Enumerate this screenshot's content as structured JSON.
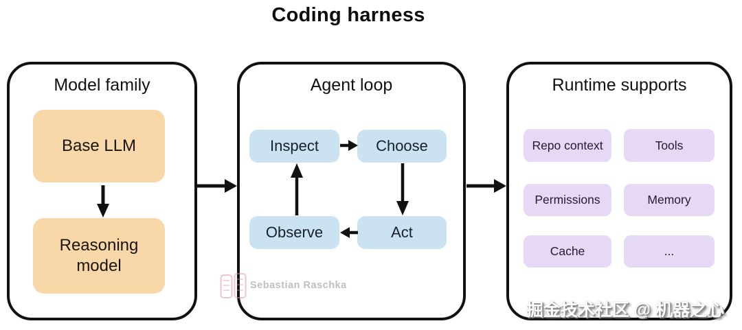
{
  "title": "Coding harness",
  "panels": {
    "model_family": {
      "title": "Model family",
      "nodes": {
        "base_llm": "Base LLM",
        "reasoning_model": "Reasoning model"
      },
      "edges": [
        {
          "from": "Base LLM",
          "to": "Reasoning model"
        }
      ]
    },
    "agent_loop": {
      "title": "Agent loop",
      "nodes": {
        "inspect": "Inspect",
        "choose": "Choose",
        "observe": "Observe",
        "act": "Act"
      },
      "edges": [
        {
          "from": "Inspect",
          "to": "Choose"
        },
        {
          "from": "Choose",
          "to": "Act"
        },
        {
          "from": "Act",
          "to": "Observe"
        },
        {
          "from": "Observe",
          "to": "Inspect"
        }
      ]
    },
    "runtime_supports": {
      "title": "Runtime supports",
      "nodes": {
        "repo_context": "Repo context",
        "tools": "Tools",
        "permissions": "Permissions",
        "memory": "Memory",
        "cache": "Cache",
        "more": "..."
      }
    }
  },
  "flow_edges": [
    {
      "from": "Model family",
      "to": "Agent loop"
    },
    {
      "from": "Agent loop",
      "to": "Runtime supports"
    }
  ],
  "watermarks": {
    "author": "Sebastian Raschka",
    "community": "掘金技术社区 @ 机器之心"
  },
  "colors": {
    "model_node": "#f8d7a9",
    "agent_node": "#cbe3f0",
    "runtime_node": "#e5d9f6",
    "panel_border": "#111111",
    "arrow": "#111111",
    "author_watermark": "#bfbfbf",
    "stamp": "#d98f9b"
  }
}
